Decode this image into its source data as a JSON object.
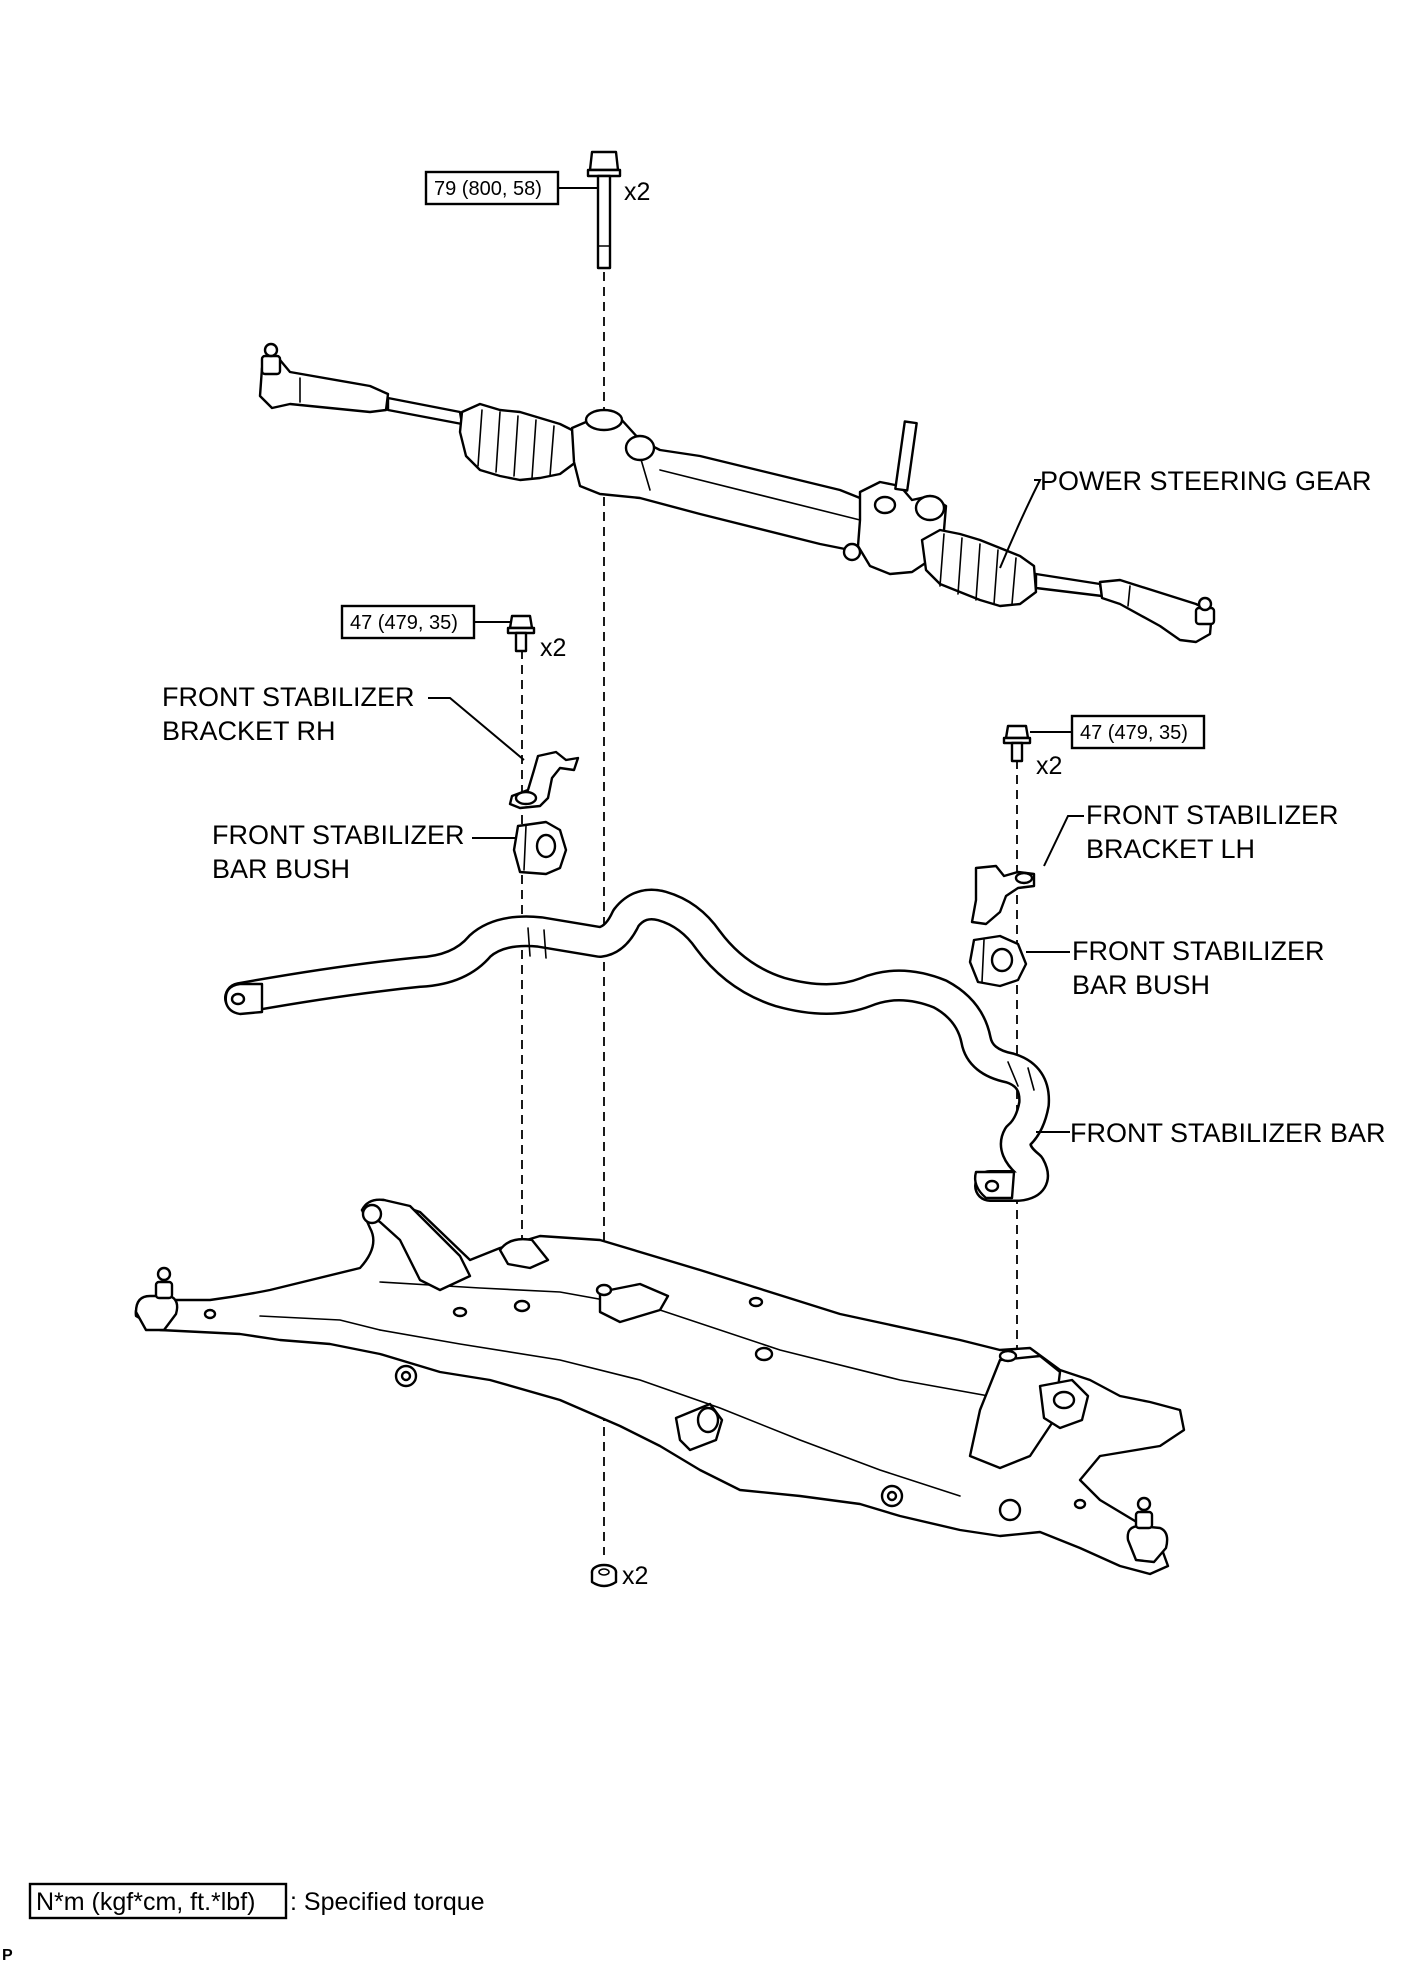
{
  "torque_specs": {
    "steering_gear_bolt": "79 (800, 58)",
    "bracket_rh_bolt": "47 (479, 35)",
    "bracket_lh_bolt": "47 (479, 35)"
  },
  "quantities": {
    "steering_gear_bolt": "x2",
    "bracket_rh_bolt": "x2",
    "bracket_lh_bolt": "x2",
    "steering_gear_nut": "x2"
  },
  "parts": {
    "power_steering_gear": "POWER STEERING GEAR",
    "bracket_rh_line1": "FRONT STABILIZER",
    "bracket_rh_line2": "BRACKET RH",
    "bush_rh_line1": "FRONT STABILIZER",
    "bush_rh_line2": "BAR BUSH",
    "bracket_lh_line1": "FRONT STABILIZER",
    "bracket_lh_line2": "BRACKET LH",
    "bush_lh_line1": "FRONT STABILIZER",
    "bush_lh_line2": "BAR BUSH",
    "stabilizer_bar": "FRONT STABILIZER BAR"
  },
  "legend": {
    "unit": "N*m (kgf*cm, ft.*lbf)",
    "description": ": Specified torque"
  },
  "corner_mark": "P"
}
